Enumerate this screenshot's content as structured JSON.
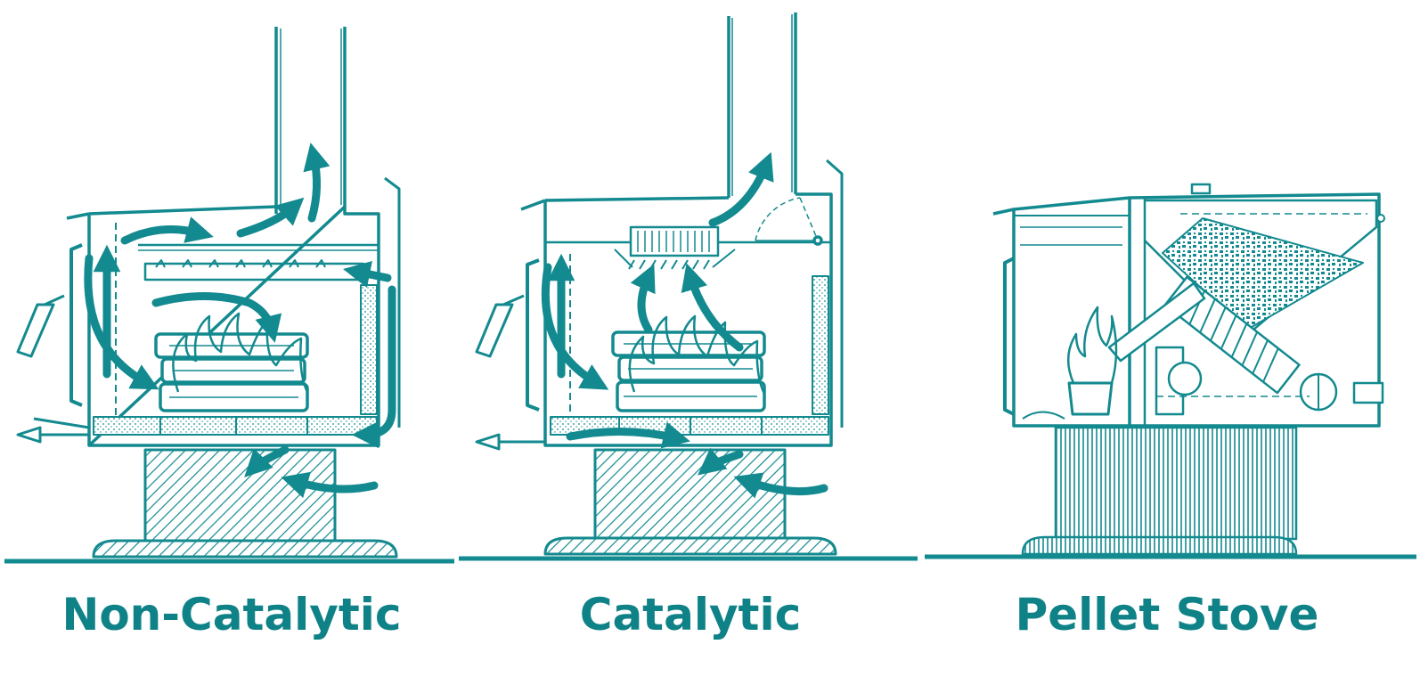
{
  "colors": {
    "ink": "#138a8f",
    "fill": "#ffffff",
    "caption": "#0f8287"
  },
  "diagrams": [
    {
      "caption": "Non-Catalytic"
    },
    {
      "caption": "Catalytic"
    },
    {
      "caption": "Pellet Stove"
    }
  ]
}
